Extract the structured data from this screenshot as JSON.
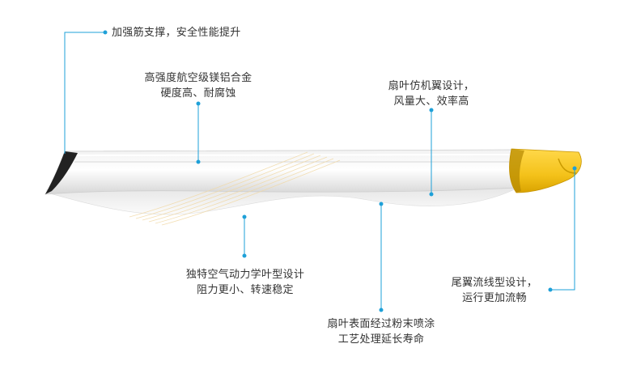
{
  "colors": {
    "accent": "#1ea0d8",
    "cap": "#f4c21a",
    "blade": "#eaeaea",
    "text": "#333333"
  },
  "callouts": {
    "rib": {
      "line1": "加强筋支撑，安全性能提升"
    },
    "alloy": {
      "line1": "高强度航空级镁铝合金",
      "line2": "硬度高、耐腐蚀"
    },
    "wing": {
      "line1": "扇叶仿机翼设计，",
      "line2": "风量大、效率高"
    },
    "aero": {
      "line1": "独特空气动力学叶型设计",
      "line2": "阻力更小、转速稳定"
    },
    "surface": {
      "line1": "扇叶表面经过粉末喷涂",
      "line2": "工艺处理延长寿命"
    },
    "tail": {
      "line1": "尾翼流线型设计，",
      "line2": "运行更加流畅"
    }
  }
}
